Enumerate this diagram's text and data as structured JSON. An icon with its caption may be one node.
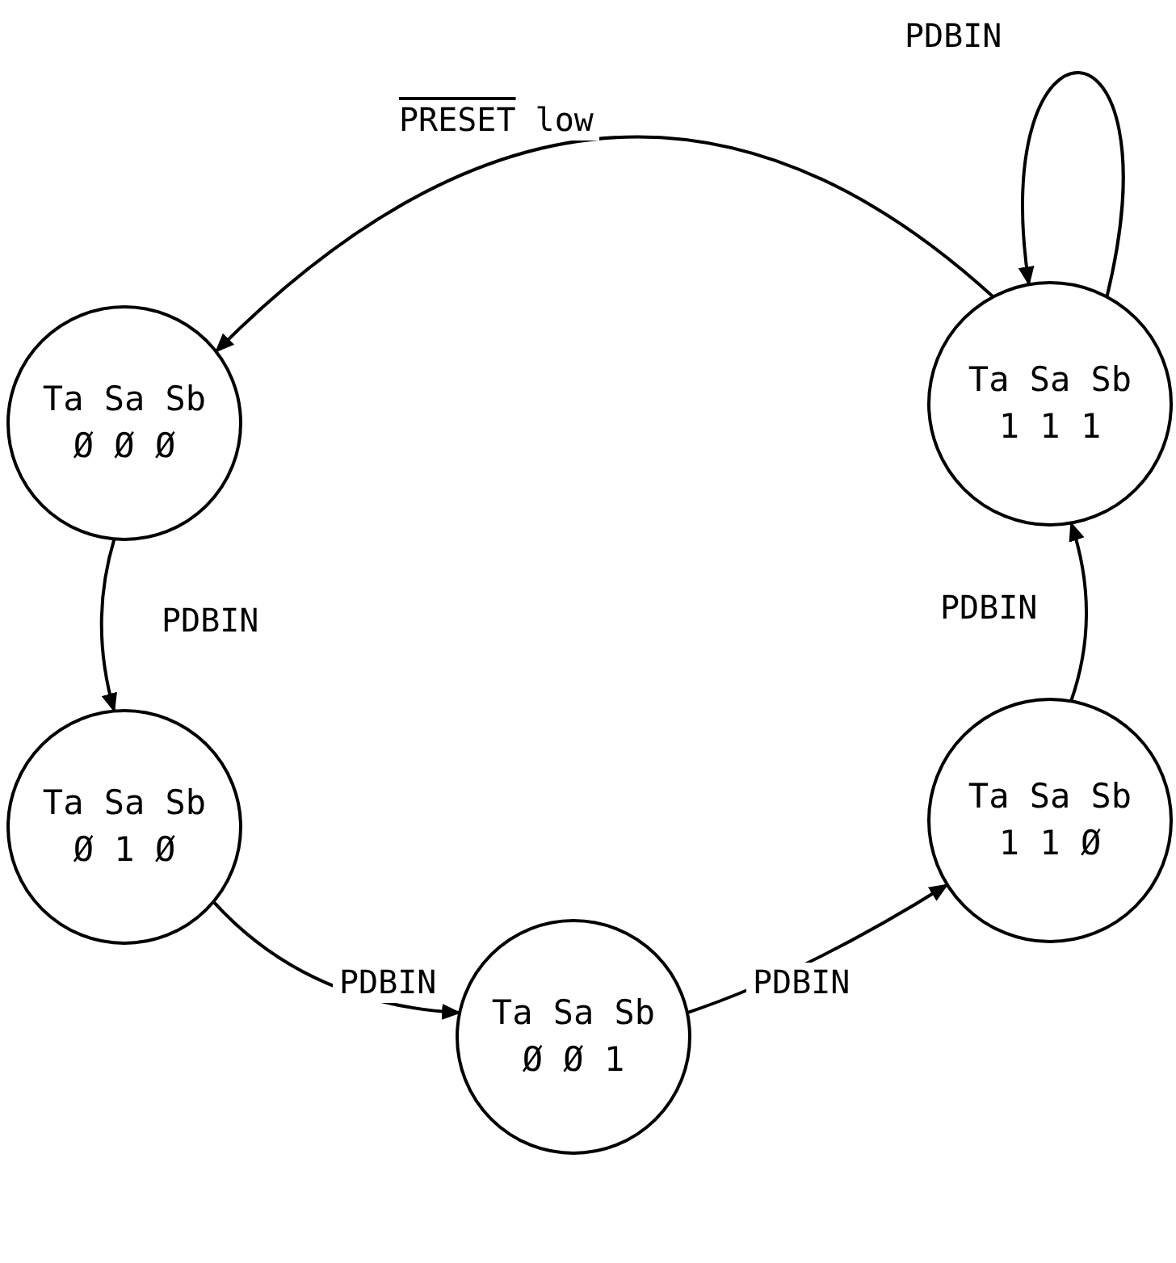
{
  "diagram": {
    "nodes": [
      {
        "text": [
          "Ta Sa Sb",
          "Ø Ø Ø"
        ]
      },
      {
        "text": [
          "Ta Sa Sb",
          "Ø 1 Ø"
        ]
      },
      {
        "text": [
          "Ta Sa Sb",
          "Ø Ø 1"
        ]
      },
      {
        "text": [
          "Ta Sa Sb",
          "1 1 Ø"
        ]
      },
      {
        "text": [
          "Ta Sa Sb",
          "1 1 1"
        ]
      }
    ],
    "edges": [
      {
        "from": 4,
        "to": 0,
        "arrow": "to",
        "label": "PRESET low"
      },
      {
        "from": 4,
        "to": 4,
        "arrow": "to",
        "label": "PDBIN"
      },
      {
        "from": 0,
        "to": 1,
        "arrow": "to",
        "label": "PDBIN"
      },
      {
        "from": 1,
        "to": 2,
        "arrow": "to",
        "label": "PDBIN"
      },
      {
        "from": 2,
        "to": 3,
        "arrow": "to",
        "label": "PDBIN"
      },
      {
        "from": 3,
        "to": 4,
        "arrow": "to",
        "label": "PDBIN"
      }
    ]
  }
}
